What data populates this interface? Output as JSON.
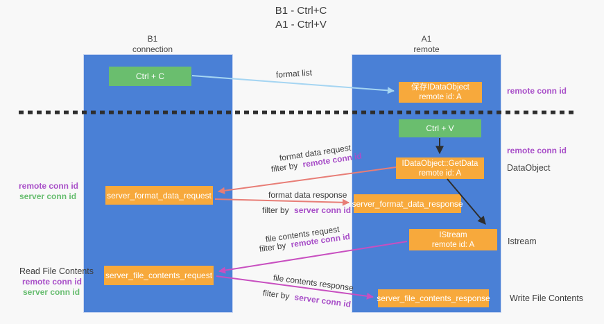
{
  "title": {
    "line1": "B1 - Ctrl+C",
    "line2": "A1 - Ctrl+V"
  },
  "lanes": {
    "left": {
      "name": "B1",
      "role": "connection"
    },
    "right": {
      "name": "A1",
      "role": "remote"
    }
  },
  "boxes": {
    "ctrl_c": {
      "label": "Ctrl + C"
    },
    "save_dataobject": {
      "line1": "保存IDataObject",
      "line2": "remote id: A"
    },
    "ctrl_v": {
      "label": "Ctrl + V"
    },
    "getdata": {
      "line1": "IDataObject::GetData",
      "line2": "remote id: A"
    },
    "format_request": {
      "label": "server_format_data_request"
    },
    "format_response": {
      "label": "server_format_data_response"
    },
    "istream": {
      "line1": "IStream",
      "line2": "remote id: A"
    },
    "file_request": {
      "label": "server_file_contents_request"
    },
    "file_response": {
      "label": "server_file_contents_response"
    }
  },
  "arrow_labels": {
    "format_list": "format list",
    "format_data_request": "format data request",
    "format_data_response": "format data response",
    "file_contents_request": "file contents request",
    "file_contents_response": "file contents response",
    "filter_by": "filter by",
    "remote_conn_id": "remote conn id",
    "server_conn_id": "server conn id"
  },
  "side_labels": {
    "left_mid_remote": "remote conn id",
    "left_mid_server": "server conn id",
    "read_file_contents": "Read File Contents",
    "left_bottom_remote": "remote conn id",
    "left_bottom_server": "server conn id",
    "right_top_remote": "remote conn id",
    "right_mid_remote": "remote conn id",
    "dataobject": "DataObject",
    "istream": "Istream",
    "write_file_contents": "Write File Contents"
  },
  "colors": {
    "lane_blue": "#4a80d6",
    "box_green": "#6abe6e",
    "box_orange": "#f7a93c",
    "arrow_lightblue": "#a5d5f2",
    "arrow_red": "#e87d76",
    "arrow_magenta": "#c84fc0",
    "arrow_black": "#2e2e2e",
    "label_purple": "#a84fc8",
    "label_green": "#67bd6f"
  }
}
